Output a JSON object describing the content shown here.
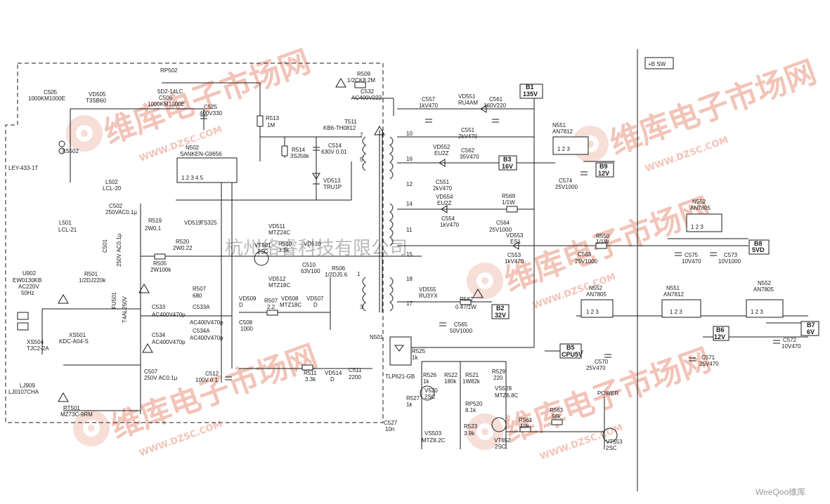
{
  "watermarks": {
    "cn_brand": "维库电子市场网",
    "url": "WWW.DZSC.COM",
    "company": "杭州络睿科技有限公司",
    "corner_brand": "WeeQoo维库"
  },
  "labels": {
    "lc_label": "LEY-433-1T",
    "xs502": "XS502",
    "c505": "C505",
    "c505_val": "1000KM1000E",
    "vd505": "VD505",
    "vd505_val": "T3SB60",
    "rp502": "RP502",
    "rp502_val": "5D2-14LC",
    "c506": "C506",
    "c506_val": "1000KM1000E",
    "c525": "C525",
    "c525_val": "400V330",
    "r513": "R513",
    "r513_val": "1M",
    "r509": "R509",
    "r509_val": "1/2CK8.2M",
    "c532": "C532",
    "c532_val": "AC400V222",
    "t511": "T511",
    "t511_val": "KB6-TH0812",
    "n502": "N502",
    "n502_val": "SANKEN-G9656",
    "r514": "R514",
    "r514_val": "3SJ56k",
    "c514": "C514",
    "c514_val": "630V 0.01",
    "vd513": "VD513",
    "vd513_val": "TRU1P",
    "l502": "L502",
    "l502_val": "LCL-20",
    "c502": "C502",
    "c502_val": "250VAC0.1μ",
    "l501": "L501",
    "l501_val": "LCL-21",
    "r519": "R519",
    "r519_val": "2W0.1",
    "vd519": "VD519",
    "vd519_val": "TS325",
    "r520": "R520",
    "r520_val": "2W0.22",
    "c501": "C501",
    "c501_val": "250V AC0.1μ",
    "u902": "U902",
    "u902_val": "EW0130KB",
    "u902_v": "AC220V",
    "u902_hz": "50Hz",
    "r501": "R501",
    "r501_val": "1/2DJ220k",
    "fu501": "FU501",
    "fu501_val": "T4AL250V",
    "r505": "R505",
    "r505_val": "2W100k",
    "vt501": "VT501",
    "vt501_val": "2SC",
    "vd511": "VD511",
    "vd511_val": "MTZ24C",
    "r510": "R510",
    "r510_val": "3.3k",
    "vd510": "VD510",
    "c510": "C510",
    "c510_val": "63V100",
    "r506": "R506",
    "r506_val": "1/2DJ5.6",
    "vd512": "VD512",
    "vd512_val": "MTZ18C",
    "r507a": "R507",
    "r507a_val": "680",
    "c533": "C533",
    "c533_val": "AC400V470p",
    "c533a": "C533A",
    "c533a_val": "AC400V470p",
    "c534": "C534",
    "c534_val": "AC400V470p",
    "c534a": "C534A",
    "c534a_val": "AC400V470p",
    "vd509": "VD509",
    "vd509_d": "D",
    "r507b": "R507",
    "r507b_val": "2.2",
    "vd508": "VD508",
    "vd508_val": "MTZ18C",
    "vd507": "VD507",
    "vd507_d": "D",
    "c508": "C508",
    "c508_val": "1000",
    "xs501": "XS501",
    "xs501_val": "KDC-A04-S",
    "xs504": "XS504",
    "xs504_val": "TJC2-2A",
    "lj909": "LJ909",
    "lj909_val": "LJ0107CHA",
    "rt501": "RT501",
    "rt501_val": "MZ73C-9RM",
    "c507": "C507",
    "c507_val": "250V AC0.1μ",
    "c512": "C512",
    "c512_val": "100V 0.1",
    "r511": "R511",
    "r511_val": "3.3k",
    "vd514": "VD514",
    "vd514_d": "D",
    "c511": "C511",
    "c511_val": "2200",
    "n501": "N501",
    "tlp": "TLP621-GB",
    "r525": "R525",
    "r525_val": "1k",
    "r526": "R526",
    "r526_val": "1k",
    "r522": "R522",
    "r522_val": "180k",
    "r521": "R521",
    "r521_val": "1W82k",
    "r529": "R529",
    "r529_val": "220",
    "v520": "V520",
    "v520_val": "2SC",
    "r527": "R527",
    "r527_val": "1k",
    "rp520": "RP520",
    "rp520_val": "8.1k",
    "vs528": "VS528",
    "vs528_val": "MTZ6.8C",
    "c527": "C527",
    "c527_val": "10n",
    "vs503": "VS503",
    "vs503_val": "MTZ8.2C",
    "r523": "R523",
    "r523_val": "3.9k",
    "vt652": "VT652",
    "vt652_val": "2SC",
    "r561": "R561",
    "r561_val": "10k",
    "r563": "R563",
    "r563_val": "56k",
    "vt553": "VT553",
    "vt553_val": "2SC",
    "power": "POWER",
    "c557": "C557",
    "c557_val": "1kV470",
    "vd551": "VD551",
    "vd551_val": "RU4AM",
    "c561": "C561",
    "c561_val": "160V220",
    "c551a": "C551",
    "c551a_val": "2kV470",
    "b1": "B1",
    "b1_val": "135V",
    "n551": "N551",
    "n551_val": "AN7812",
    "vd552": "VD552",
    "vd552_val": "EU2Z",
    "c562": "C562",
    "c562_val": "35V470",
    "b3": "B3",
    "b3_val": "16V",
    "c551b": "C551",
    "c551b_val": "2kV470",
    "c574": "C574",
    "c574_val": "25V1000",
    "b9": "B9",
    "b9_val": "12V",
    "r569": "R569",
    "r569_val": "1/1W",
    "vd554": "VD554",
    "vd554_val": "EU2Z",
    "c554": "C554",
    "c554_val": "1kV470",
    "c564": "C564",
    "c564_val": "25V1000",
    "vd553": "VD553",
    "vd553_val": "ES1",
    "c553": "C553",
    "c553_val": "1kV470",
    "c563": "C563",
    "c563_val": "25V1000",
    "r550": "R550",
    "r550_val": "1/1W",
    "n552a": "N552",
    "n552a_val": "AN7805",
    "c575": "C575",
    "c575_val": "10V470",
    "c573": "C573",
    "c573_val": "10V1000",
    "b8": "B8",
    "b8_val": "5VD",
    "vd555": "VD555",
    "vd555_val": "RU3YX",
    "r562": "R562",
    "r562_val": "0.47/1W",
    "b2": "B2",
    "b2_val": "32V",
    "c565": "C565",
    "c565_val": "50V1000",
    "n552b": "N552",
    "n552b_val": "AN7805",
    "b5": "B5",
    "b5_val": "CPU5V",
    "c570": "C570",
    "c570_val": "25V470",
    "n551b": "N551",
    "n551b_val": "AN7812",
    "c571": "C571",
    "c571_val": "25V470",
    "b6": "B6",
    "b6_val": "12V",
    "n552c": "N552",
    "n552c_val": "AN7805",
    "c572": "C572",
    "c572_val": "10V470",
    "b7": "B7",
    "b7_val": "6V",
    "bsw": "+B SW",
    "pin_123a": "1  2  3",
    "pin_123b": "1  2  3",
    "pin_123c": "1  2  3",
    "pin_123d": "1  2  3",
    "pin_123e": "1  2  3",
    "pins_n502": "1   2   3   4   5",
    "t10": "10",
    "t16": "16",
    "t12": "12",
    "t14": "14",
    "t11": "11",
    "t15": "15",
    "t18": "18",
    "t17": "17",
    "t7": "7",
    "t5": "5",
    "t1": "1",
    "t3": "3"
  }
}
